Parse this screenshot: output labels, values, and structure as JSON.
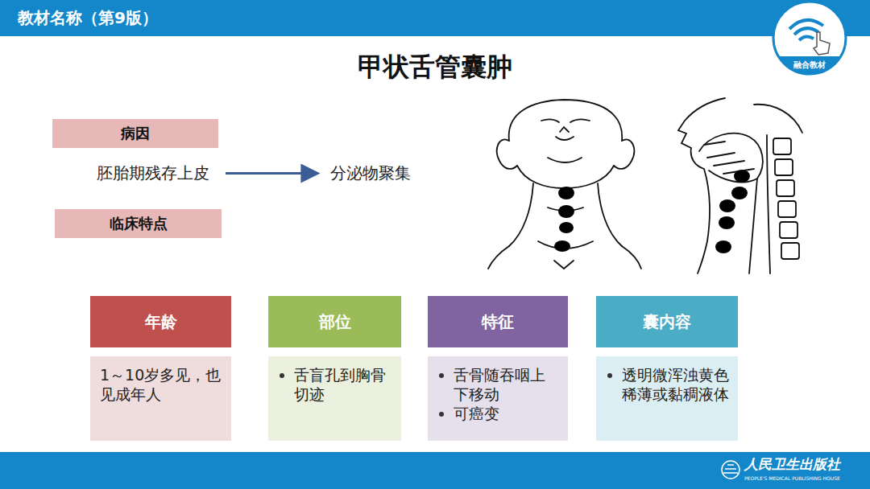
{
  "diagram": {
    "title": "甲状舌管囊肿",
    "nodes": [
      {
        "text": [
          "病因"
        ]
      },
      {
        "text": [
          "胚胎期残存上皮"
        ]
      },
      {
        "text": [
          "分泌物聚集"
        ]
      },
      {
        "text": [
          "临床特点"
        ]
      },
      {
        "text": [
          "年龄"
        ]
      },
      {
        "text": [
          "1～10岁多见，也见成年人"
        ]
      },
      {
        "text": [
          "部位"
        ]
      },
      {
        "text": [
          "舌盲孔到胸骨切迹"
        ]
      },
      {
        "text": [
          "特征"
        ]
      },
      {
        "text": [
          "舌骨随吞咽上下移动",
          "可癌变"
        ]
      },
      {
        "text": [
          "囊内容"
        ]
      },
      {
        "text": [
          "透明微浑浊黄色稀薄或黏稠液体"
        ]
      }
    ],
    "edges": [
      {
        "from": 1,
        "to": 2,
        "arrow": "to"
      }
    ],
    "labels": [
      "教材名称（第9版）",
      "融合教材",
      "人民卫生出版社",
      "PEOPLE'S MEDICAL PUBLISHING HOUSE"
    ]
  }
}
